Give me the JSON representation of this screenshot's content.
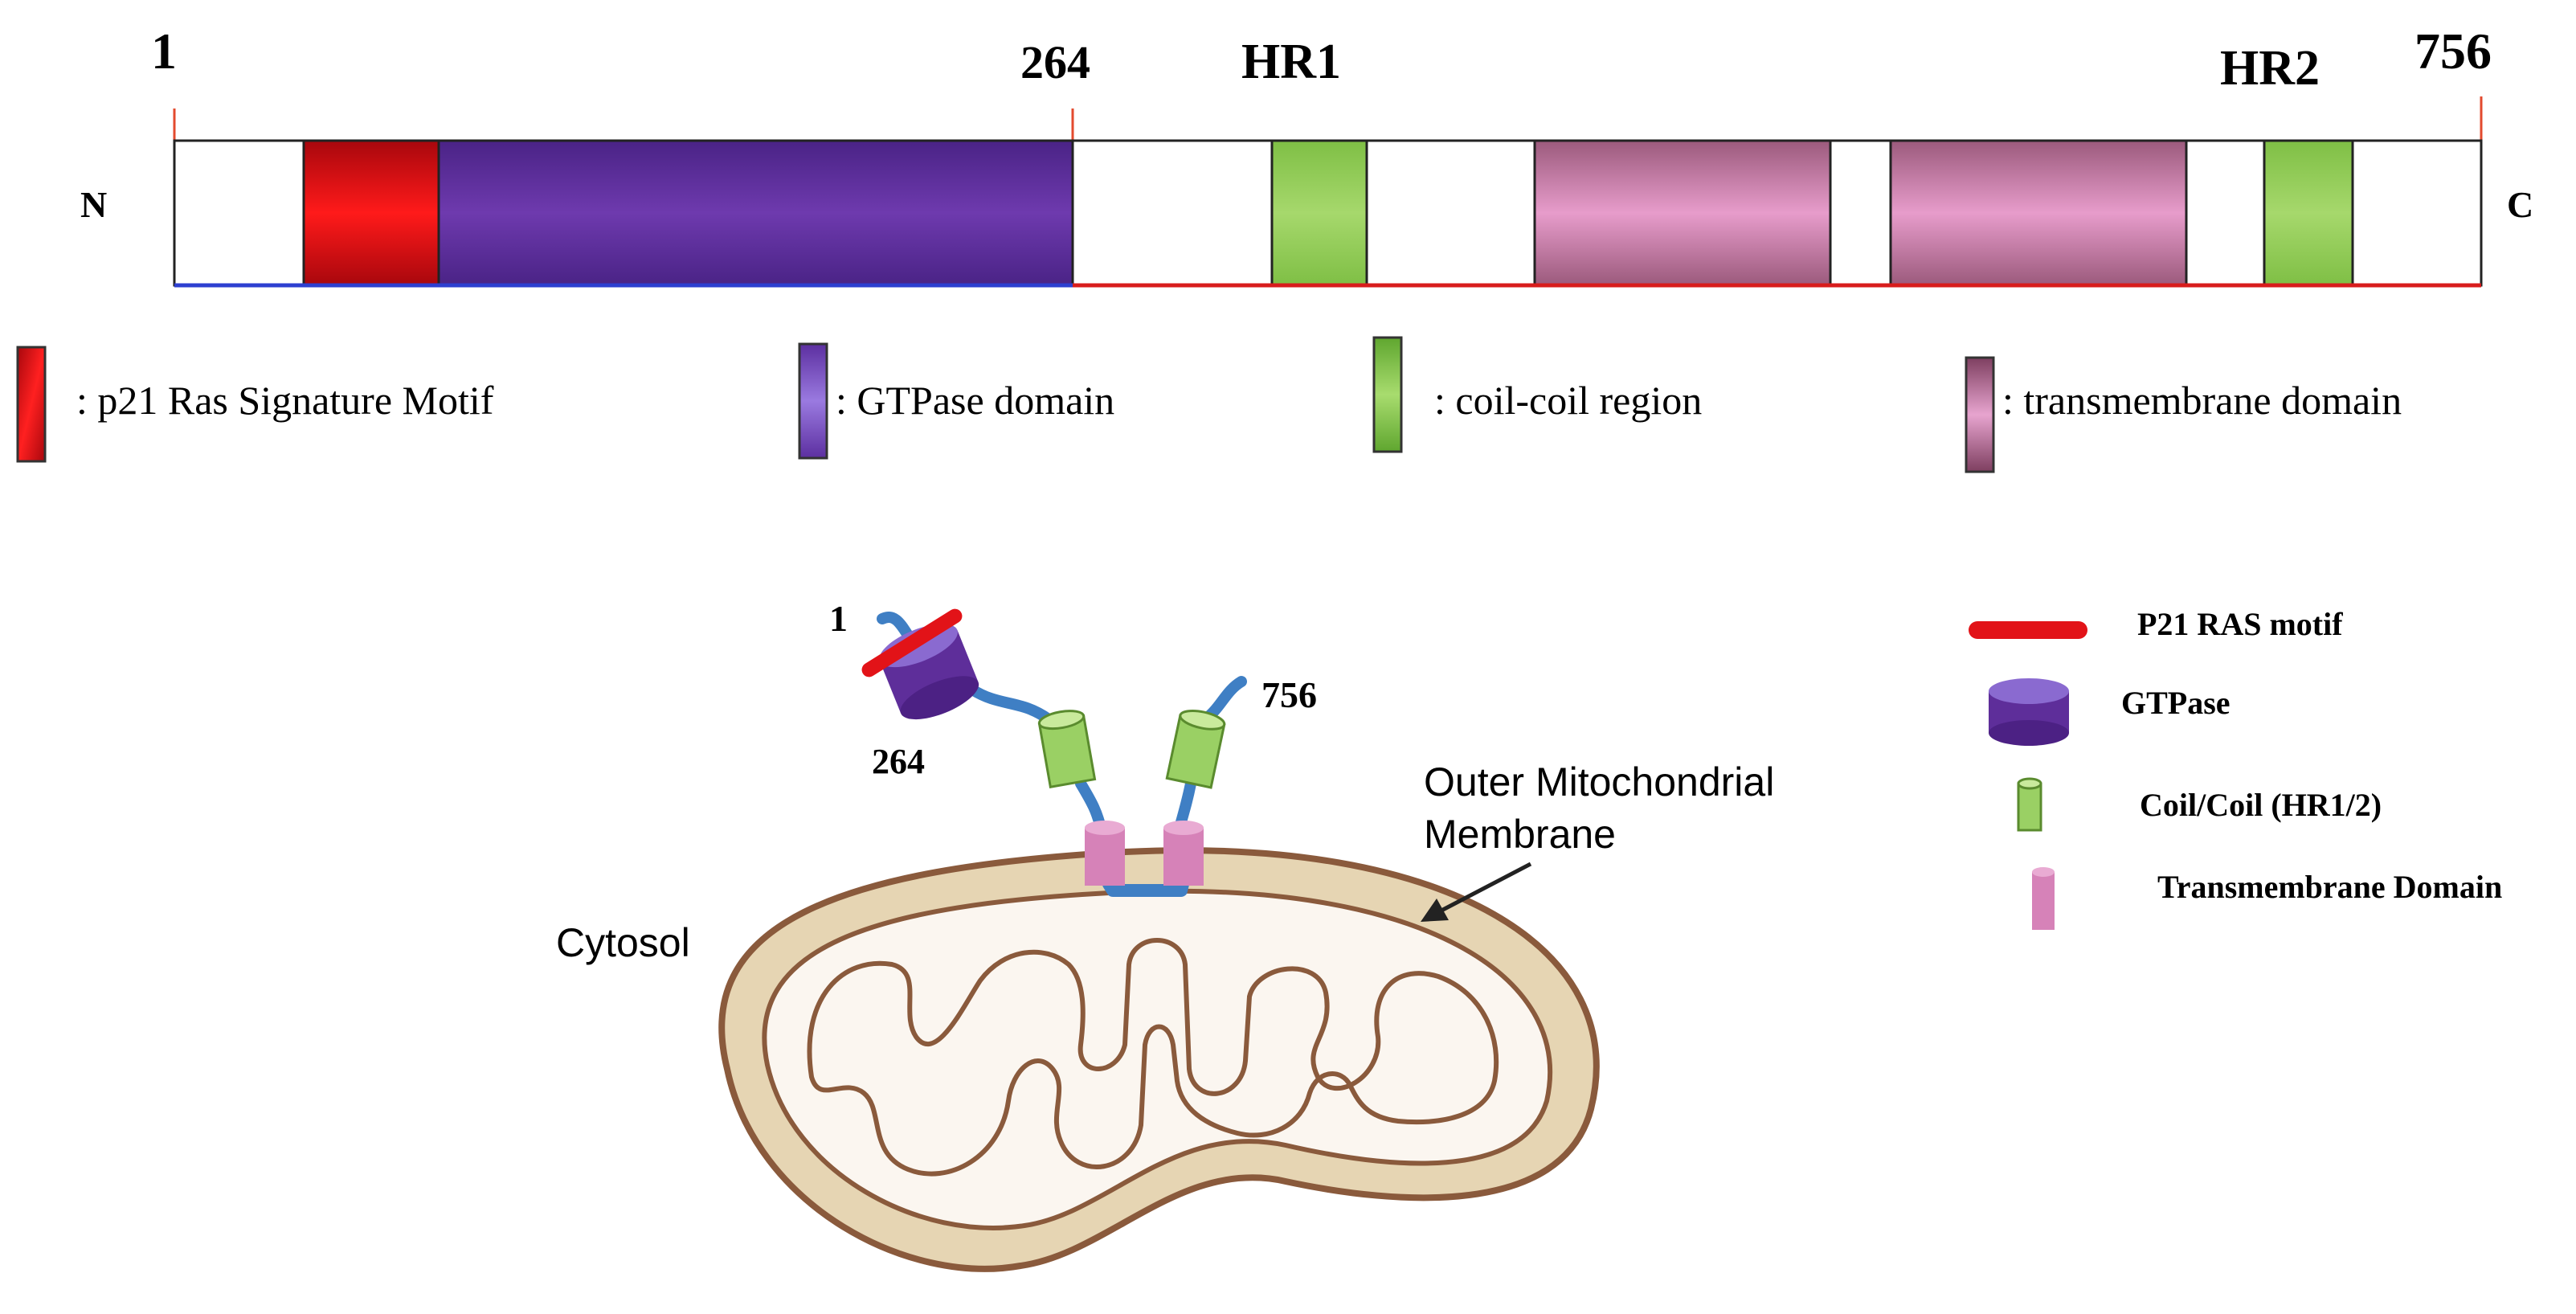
{
  "domain_map": {
    "start_label": "1",
    "gtpase_end_label": "264",
    "hr1_label": "HR1",
    "hr2_label": "HR2",
    "end_label": "756",
    "n_terminus": "N",
    "c_terminus": "C"
  },
  "legend_top": {
    "p21": ": p21 Ras Signature Motif",
    "gtpase": ": GTPase domain",
    "coil": ": coil-coil region",
    "tm": ": transmembrane domain"
  },
  "schematic": {
    "start_label": "1",
    "gtpase_end_label": "264",
    "end_label": "756",
    "membrane_label_line1": "Outer Mitochondrial",
    "membrane_label_line2": "Membrane",
    "cytosol_label": "Cytosol"
  },
  "legend_right": {
    "p21": "P21 RAS motif",
    "gtpase": "GTPase",
    "coil": "Coil/Coil (HR1/2)",
    "tm": "Transmembrane Domain"
  },
  "colors": {
    "p21": "#d8141c",
    "gtpase": "#5e2e9a",
    "coil": "#94cc5a",
    "tm": "#d682b8",
    "linker": "#3f7fc4",
    "membrane_outer": "#e6d5b3",
    "membrane_stroke": "#8a5a3c",
    "matrix": "#fbf6f0"
  }
}
